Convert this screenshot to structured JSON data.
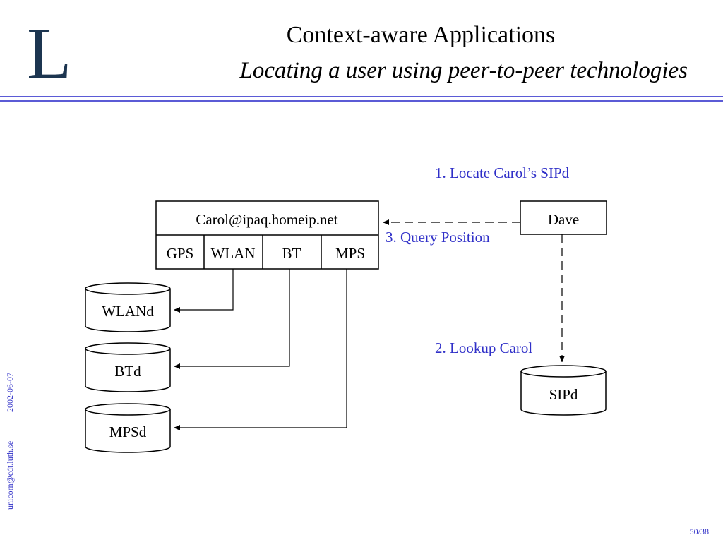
{
  "slide": {
    "logo_letter": "L",
    "title": "Context-aware Applications",
    "subtitle": "Locating a user using peer-to-peer technologies",
    "footer_date": "2002-06-07",
    "footer_email": "unicorn@cdt.luth.se",
    "page_number": "50/38"
  },
  "diagram": {
    "nodes": {
      "carol_address": "Carol@ipaq.homeip.net",
      "interfaces": [
        "GPS",
        "WLAN",
        "BT",
        "MPS"
      ],
      "dave": "Dave",
      "sipd": "SIPd",
      "daemons": [
        "WLANd",
        "BTd",
        "MPSd"
      ]
    },
    "labels": {
      "step1": "1. Locate Carol’s SIPd",
      "step2": "2. Lookup Carol",
      "step3": "3. Query Position"
    },
    "colors": {
      "label_text": "#3030c8",
      "line": "#000000"
    }
  }
}
